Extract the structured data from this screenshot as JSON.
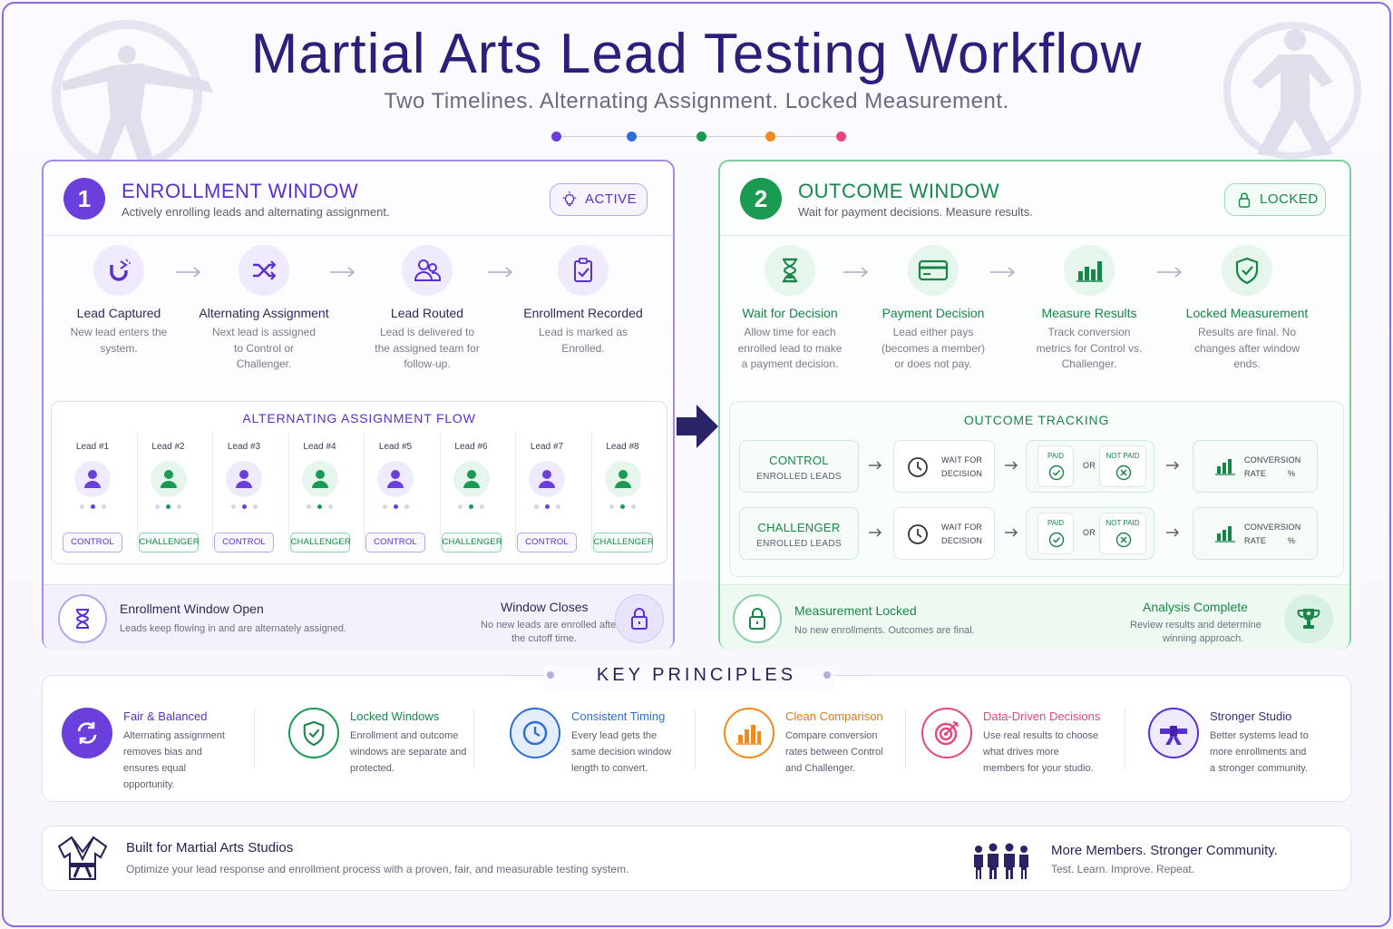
{
  "header": {
    "title": "Martial Arts Lead Testing Workflow",
    "subtitle": "Two Timelines. Alternating Assignment. Locked Measurement."
  },
  "colors": {
    "purple": "#6b3fdc",
    "green": "#1b9a52",
    "teal": "#1b9a52",
    "orange": "#f08a1c",
    "pink": "#e8457e",
    "blue": "#2d6fd6",
    "navy": "#2a1f7a"
  },
  "enrollment": {
    "number": "1",
    "title": "ENROLLMENT WINDOW",
    "subtitle": "Actively enrolling leads and alternating assignment.",
    "badge": "ACTIVE",
    "badge_icon": "lightbulb-icon",
    "steps": [
      {
        "name": "Lead Captured",
        "desc": "New lead enters the system.",
        "icon": "magnet-icon"
      },
      {
        "name": "Alternating Assignment",
        "desc": "Next lead is assigned to Control or Challenger.",
        "icon": "shuffle-icon"
      },
      {
        "name": "Lead Routed",
        "desc": "Lead is delivered to the assigned team for follow-up.",
        "icon": "people-icon"
      },
      {
        "name": "Enrollment Recorded",
        "desc": "Lead is marked as Enrolled.",
        "icon": "clipboard-check-icon"
      }
    ],
    "flow": {
      "title": "ALTERNATING ASSIGNMENT FLOW",
      "leads": [
        {
          "name": "Lead #1",
          "group": "CONTROL"
        },
        {
          "name": "Lead #2",
          "group": "CHALLENGER"
        },
        {
          "name": "Lead #3",
          "group": "CONTROL"
        },
        {
          "name": "Lead #4",
          "group": "CHALLENGER"
        },
        {
          "name": "Lead #5",
          "group": "CONTROL"
        },
        {
          "name": "Lead #6",
          "group": "CHALLENGER"
        },
        {
          "name": "Lead #7",
          "group": "CONTROL"
        },
        {
          "name": "Lead #8",
          "group": "CHALLENGER"
        }
      ]
    },
    "footer": {
      "open_title": "Enrollment Window Open",
      "open_desc": "Leads keep flowing in and are alternately assigned.",
      "close_title": "Window Closes",
      "close_desc_1": "No new leads are enrolled after",
      "close_desc_2": "the cutoff time."
    }
  },
  "outcome": {
    "number": "2",
    "title": "OUTCOME WINDOW",
    "subtitle": "Wait for payment decisions. Measure results.",
    "badge": "LOCKED",
    "badge_icon": "lock-icon",
    "steps": [
      {
        "name": "Wait for Decision",
        "desc": "Allow time for each enrolled lead to make a payment decision.",
        "icon": "hourglass-icon"
      },
      {
        "name": "Payment Decision",
        "desc": "Lead either pays (becomes a member) or does not pay.",
        "icon": "credit-card-icon"
      },
      {
        "name": "Measure Results",
        "desc": "Track conversion metrics for Control vs. Challenger.",
        "icon": "bar-chart-icon"
      },
      {
        "name": "Locked Measurement",
        "desc": "Results are final. No changes after window ends.",
        "icon": "shield-check-icon"
      }
    ],
    "tracking": {
      "title": "OUTCOME TRACKING",
      "rows": [
        {
          "group": "CONTROL",
          "group_sub": "ENROLLED LEADS"
        },
        {
          "group": "CHALLENGER",
          "group_sub": "ENROLLED LEADS"
        }
      ],
      "wait_1": "WAIT FOR",
      "wait_2": "DECISION",
      "paid": "PAID",
      "or": "OR",
      "not_paid": "NOT PAID",
      "conv_1": "CONVERSION",
      "conv_2": "RATE",
      "percent": "%"
    },
    "footer": {
      "locked_title": "Measurement Locked",
      "locked_desc": "No new enrollments. Outcomes are final.",
      "complete_title": "Analysis Complete",
      "complete_desc_1": "Review results and determine",
      "complete_desc_2": "winning approach."
    }
  },
  "principles": {
    "title": "KEY PRINCIPLES",
    "items": [
      {
        "title": "Fair & Balanced",
        "desc": "Alternating assignment removes bias and ensures equal opportunity.",
        "icon": "refresh-icon",
        "color": "#6b3fdc"
      },
      {
        "title": "Locked Windows",
        "desc": "Enrollment and outcome windows are separate and protected.",
        "icon": "shield-check-icon",
        "color": "#1b9a52"
      },
      {
        "title": "Consistent Timing",
        "desc": "Every lead gets the same decision window length to convert.",
        "icon": "clock-icon",
        "color": "#2d6fd6"
      },
      {
        "title": "Clean Comparison",
        "desc": "Compare conversion rates between Control and Challenger.",
        "icon": "bar-chart-icon",
        "color": "#f08a1c"
      },
      {
        "title": "Data-Driven Decisions",
        "desc": "Use real results to choose what drives more members for your studio.",
        "icon": "target-icon",
        "color": "#e8457e"
      },
      {
        "title": "Stronger Studio",
        "desc": "Better systems lead to more enrollments and a stronger community.",
        "icon": "belt-icon",
        "color": "#5a2fd0"
      }
    ]
  },
  "bottom": {
    "left_title": "Built for Martial Arts Studios",
    "left_desc": "Optimize your lead response and enrollment process with a proven, fair, and measurable testing system.",
    "right_title": "More Members. Stronger Community.",
    "right_desc": "Test. Learn. Improve. Repeat."
  }
}
